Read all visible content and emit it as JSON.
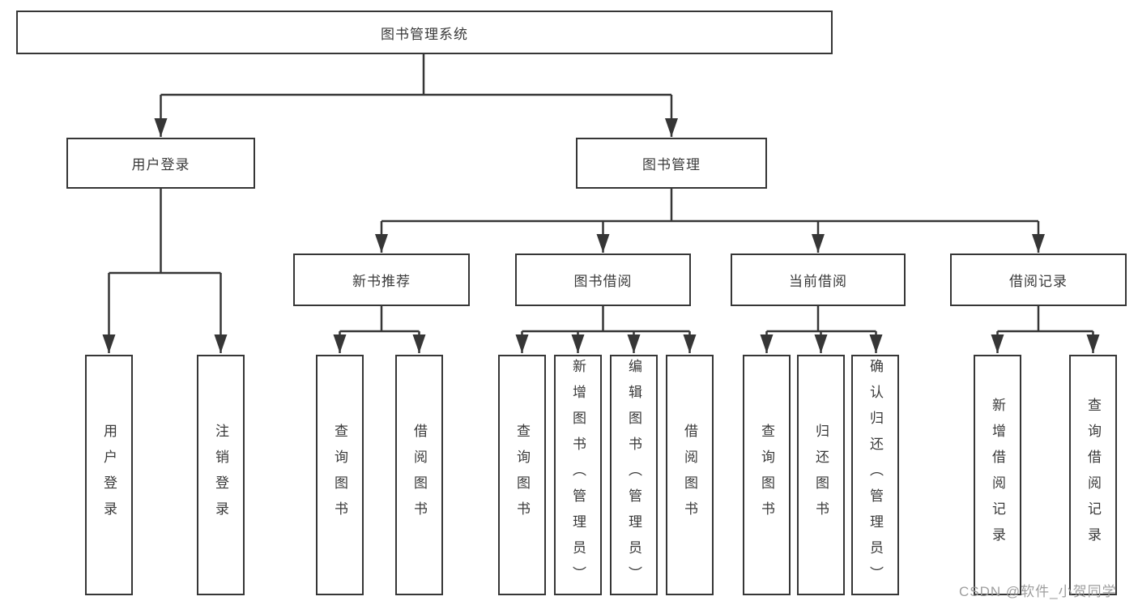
{
  "diagram": {
    "root": {
      "label": "图书管理系统"
    },
    "level2": [
      {
        "label": "用户登录"
      },
      {
        "label": "图书管理"
      }
    ],
    "level3": [
      {
        "label": "新书推荐"
      },
      {
        "label": "图书借阅"
      },
      {
        "label": "当前借阅"
      },
      {
        "label": "借阅记录"
      }
    ],
    "leaves": [
      {
        "label": "用户登录"
      },
      {
        "label": "注销登录"
      },
      {
        "label": "查询图书"
      },
      {
        "label": "借阅图书"
      },
      {
        "label": "查询图书"
      },
      {
        "label": "新增图书（管理员）"
      },
      {
        "label": "编辑图书（管理员）"
      },
      {
        "label": "借阅图书"
      },
      {
        "label": "查询图书"
      },
      {
        "label": "归还图书"
      },
      {
        "label": "确认归还（管理员）"
      },
      {
        "label": "新增借阅记录"
      },
      {
        "label": "查询借阅记录"
      }
    ],
    "colors": {
      "line": "#363636",
      "box_border": "#363636",
      "box_fill": "#ffffff",
      "text": "#3a3a3a",
      "watermark": "#9e9e9e"
    }
  },
  "watermark": {
    "text": "CSDN @软件_小贺同学"
  }
}
